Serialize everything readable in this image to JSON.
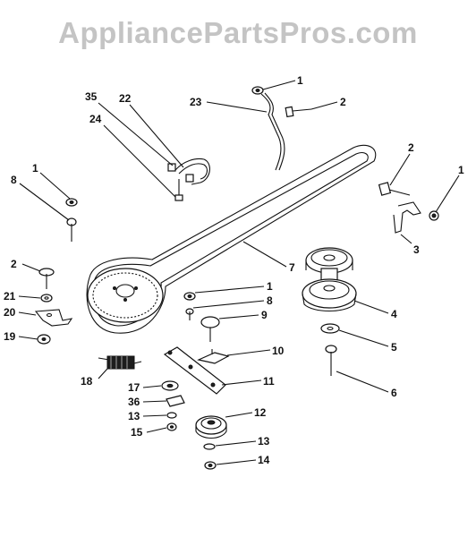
{
  "watermark": "AppliancePartsPros.com",
  "callouts": [
    {
      "id": "c1a",
      "label": "1"
    },
    {
      "id": "c2a",
      "label": "2"
    },
    {
      "id": "c23",
      "label": "23"
    },
    {
      "id": "c35",
      "label": "35"
    },
    {
      "id": "c22",
      "label": "22"
    },
    {
      "id": "c24",
      "label": "24"
    },
    {
      "id": "c1b",
      "label": "1"
    },
    {
      "id": "c8a",
      "label": "8"
    },
    {
      "id": "c2b",
      "label": "2"
    },
    {
      "id": "c1c",
      "label": "1"
    },
    {
      "id": "c3",
      "label": "3"
    },
    {
      "id": "c7",
      "label": "7"
    },
    {
      "id": "c2c",
      "label": "2"
    },
    {
      "id": "c21",
      "label": "21"
    },
    {
      "id": "c20",
      "label": "20"
    },
    {
      "id": "c19",
      "label": "19"
    },
    {
      "id": "c1d",
      "label": "1"
    },
    {
      "id": "c8b",
      "label": "8"
    },
    {
      "id": "c9",
      "label": "9"
    },
    {
      "id": "c4",
      "label": "4"
    },
    {
      "id": "c5",
      "label": "5"
    },
    {
      "id": "c6",
      "label": "6"
    },
    {
      "id": "c10",
      "label": "10"
    },
    {
      "id": "c18",
      "label": "18"
    },
    {
      "id": "c11",
      "label": "11"
    },
    {
      "id": "c17",
      "label": "17"
    },
    {
      "id": "c36",
      "label": "36"
    },
    {
      "id": "c13a",
      "label": "13"
    },
    {
      "id": "c12",
      "label": "12"
    },
    {
      "id": "c15",
      "label": "15"
    },
    {
      "id": "c13b",
      "label": "13"
    },
    {
      "id": "c14",
      "label": "14"
    }
  ]
}
